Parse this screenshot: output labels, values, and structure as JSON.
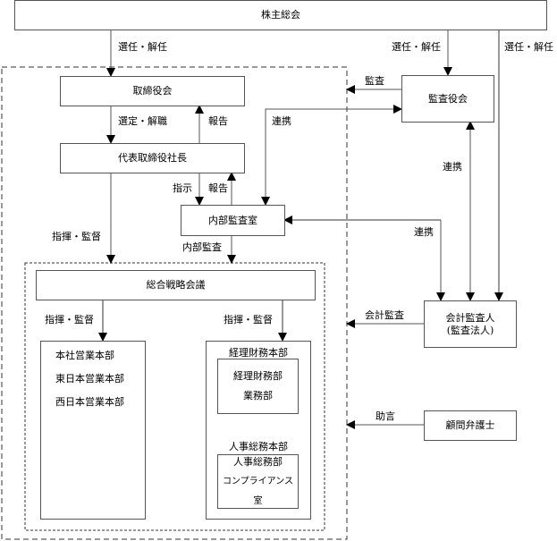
{
  "nodes": {
    "shareholders": "株主総会",
    "board": "取締役会",
    "president": "代表取締役社長",
    "internal_audit": "内部監査室",
    "auditors_board": "監査役会",
    "strategy_meeting": "総合戦略会議",
    "accounting_auditor_line1": "会計監査人",
    "accounting_auditor_line2": "(監査法人)",
    "legal_advisor": "顧問弁護士",
    "sales_divisions": [
      "本社営業本部",
      "東日本営業本部",
      "西日本営業本部"
    ],
    "finance_division": {
      "title": "経理財務本部",
      "departments": [
        "経理財務部",
        "業務部"
      ]
    },
    "hr_division": {
      "title": "人事総務本部",
      "departments": [
        "人事総務部",
        "コンプライアンス室"
      ]
    }
  },
  "edges": {
    "elect_dismiss_board": "選任・解任",
    "elect_dismiss_auditors": "選任・解任",
    "elect_dismiss_accounting": "選任・解任",
    "select_dismiss": "選定・解職",
    "report_to_board": "報告",
    "instruct": "指示",
    "report_to_president": "報告",
    "direct_supervise_main": "指揮・監督",
    "internal_audit": "内部監査",
    "audit": "監査",
    "coordinate_audit_internal": "連携",
    "coordinate_auditors_accounting": "連携",
    "coordinate_accounting_internal": "連携",
    "direct_supervise_left": "指揮・監督",
    "direct_supervise_right": "指揮・監督",
    "accounting_audit": "会計監査",
    "advice": "助言"
  }
}
